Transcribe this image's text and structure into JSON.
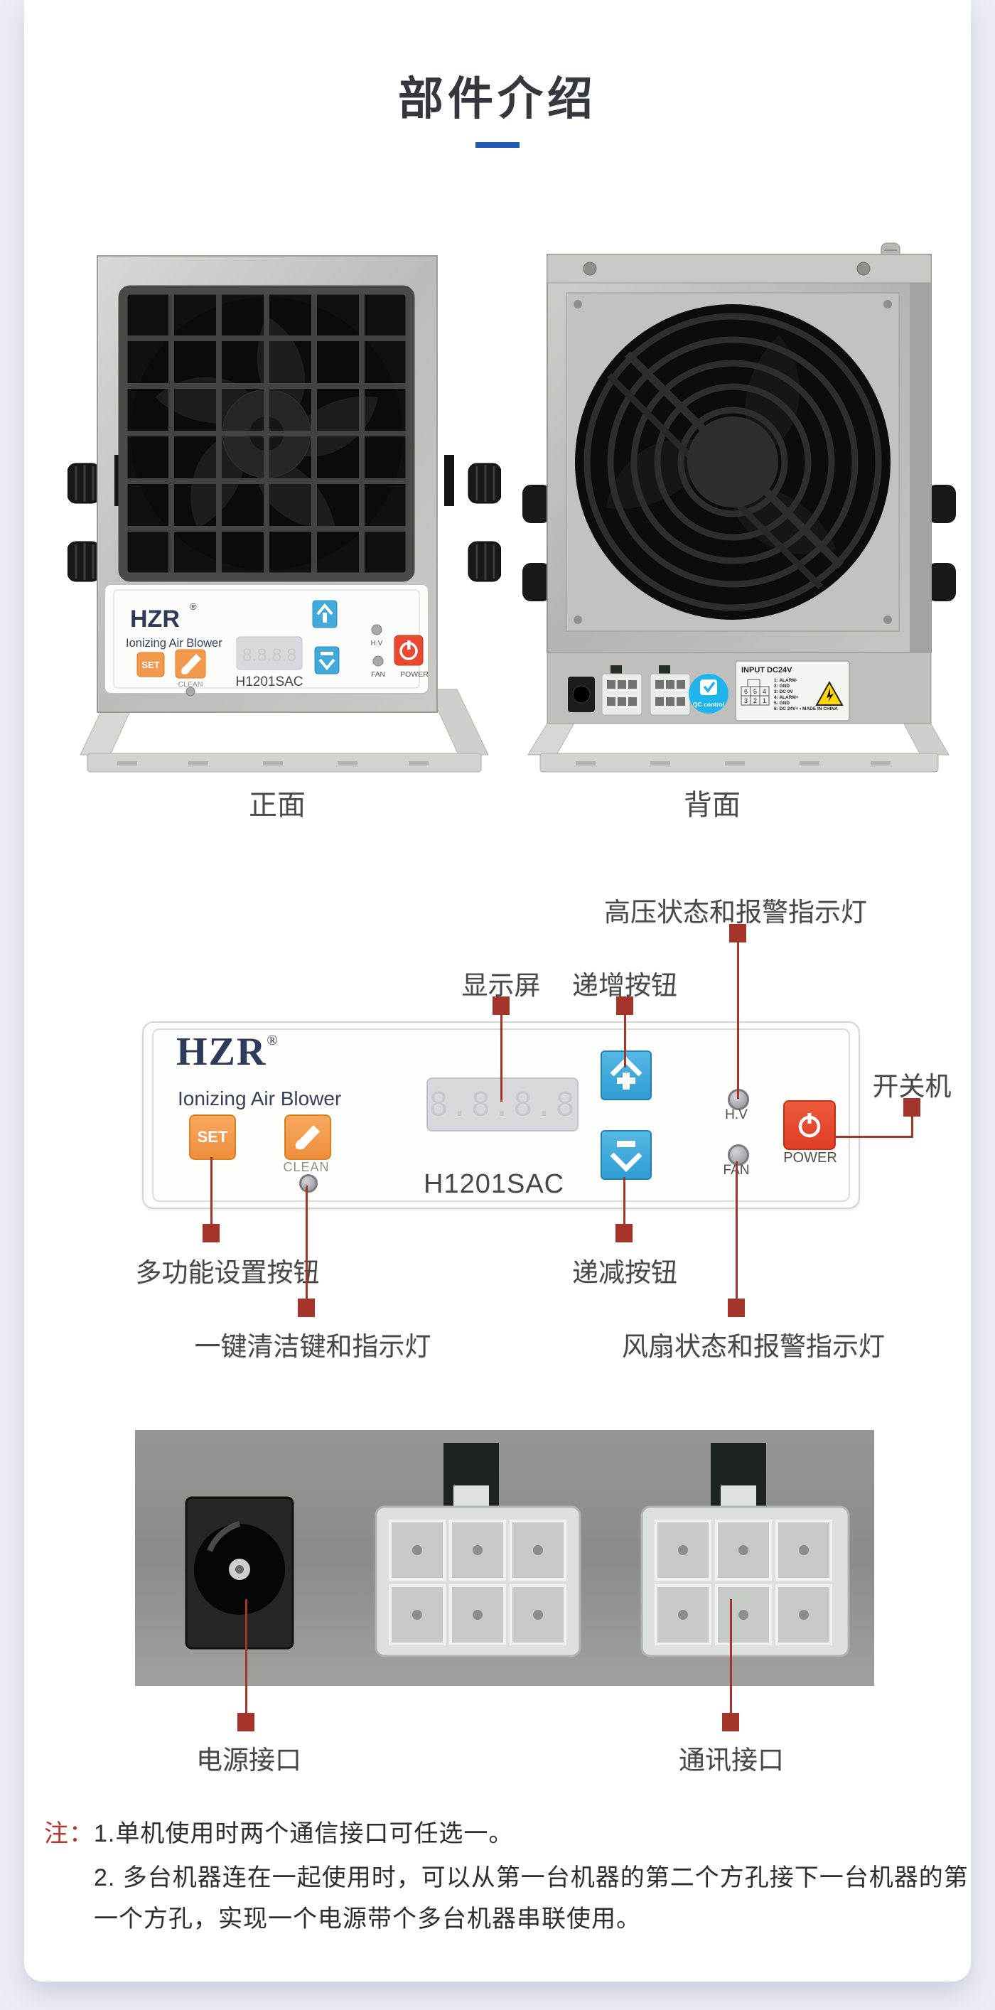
{
  "title": "部件介绍",
  "colors": {
    "accent_blue": "#1e5ab4",
    "callout_red": "#a5342b",
    "note_red": "#b5342b",
    "button_orange": "#ef8f3c",
    "button_blue": "#309dd4",
    "power_red": "#e03d24",
    "brand_navy": "#2e3a59"
  },
  "photos": {
    "front_caption": "正面",
    "back_caption": "背面"
  },
  "panel": {
    "brand": "HZR",
    "reg_mark": "®",
    "subtitle": "Ionizing Air Blower",
    "set_label": "SET",
    "clean_label": "CLEAN",
    "model": "H1201SAC",
    "hv_label": "H.V",
    "fan_label": "FAN",
    "power_label": "POWER",
    "display_digits": "8.8.8.8"
  },
  "back_panel": {
    "input_label": "INPUT  DC24V",
    "qc_label": "QC control",
    "pins": [
      "6",
      "5",
      "4",
      "3",
      "2",
      "1"
    ],
    "pin_lines": [
      "1: ALARM-",
      "2: GND",
      "3: DC 0V",
      "4: ALARM+",
      "5: GND",
      "6: DC 24V+ • MADE IN CHINA"
    ]
  },
  "callouts": {
    "hv": "高压状态和报警指示灯",
    "display": "显示屏",
    "increase": "递增按钮",
    "power": "开关机",
    "set": "多功能设置按钮",
    "clean": "一键清洁键和指示灯",
    "decrease": "递减按钮",
    "fan": "风扇状态和报警指示灯",
    "power_port": "电源接口",
    "comm_port": "通讯接口"
  },
  "notes": {
    "prefix": "注：",
    "line1": "1.单机使用时两个通信接口可任选一。",
    "line2": "2. 多台机器连在一起使用时，可以从第一台机器的第二个方孔接下一台机器的第",
    "line3": "一个方孔，实现一个电源带个多台机器串联使用。"
  }
}
